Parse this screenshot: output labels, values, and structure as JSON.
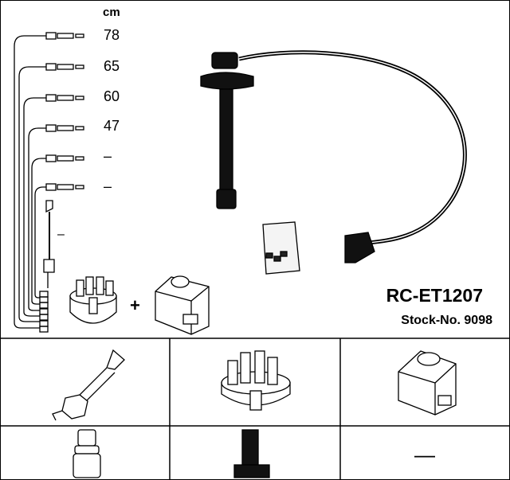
{
  "header": {
    "unit": "cm",
    "lengths": [
      "78",
      "65",
      "60",
      "47",
      "–",
      "–"
    ],
    "short_lead": "–"
  },
  "plus_sign": "+",
  "product": {
    "model": "RC-ET1207",
    "stock": "Stock-No. 9098"
  },
  "grid": {
    "row1": [
      "spark-plug",
      "distributor-cap",
      "ignition-coil"
    ],
    "row2": [
      "plug-connector",
      "cap-connector",
      "none"
    ],
    "none_mark": "—"
  }
}
